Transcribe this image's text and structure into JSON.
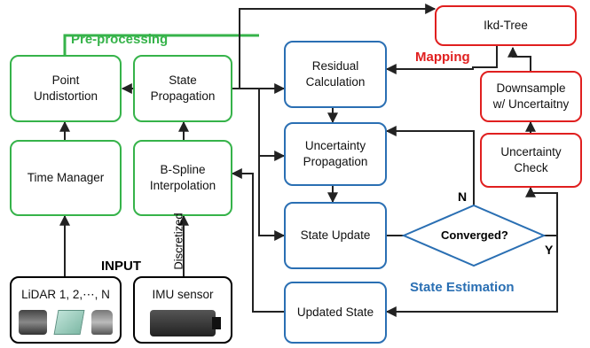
{
  "sections": {
    "preprocessing": "Pre-processing",
    "mapping": "Mapping",
    "state_estimation": "State Estimation",
    "input": "INPUT"
  },
  "boxes": {
    "point_undistortion": "Point\nUndistortion",
    "state_propagation": "State\nPropagation",
    "time_manager": "Time Manager",
    "bspline_interpolation": "B-Spline\nInterpolation",
    "lidar": "LiDAR 1, 2,⋯, N",
    "imu": "IMU sensor",
    "residual_calculation": "Residual\nCalculation",
    "uncertainty_propagation": "Uncertainty\nPropagation",
    "state_update": "State Update",
    "updated_state": "Updated State",
    "ikd_tree": "Ikd-Tree",
    "downsample": "Downsample\nw/ Uncertaitny",
    "uncertainty_check": "Uncertainty\nCheck"
  },
  "decision": {
    "label": "Converged?",
    "no": "N",
    "yes": "Y"
  },
  "edge_labels": {
    "discretized": "Discretized"
  },
  "colors": {
    "preprocessing": "#36b34a",
    "state_estimation": "#2a6fb3",
    "mapping": "#e01f1f",
    "input": "#000000"
  }
}
